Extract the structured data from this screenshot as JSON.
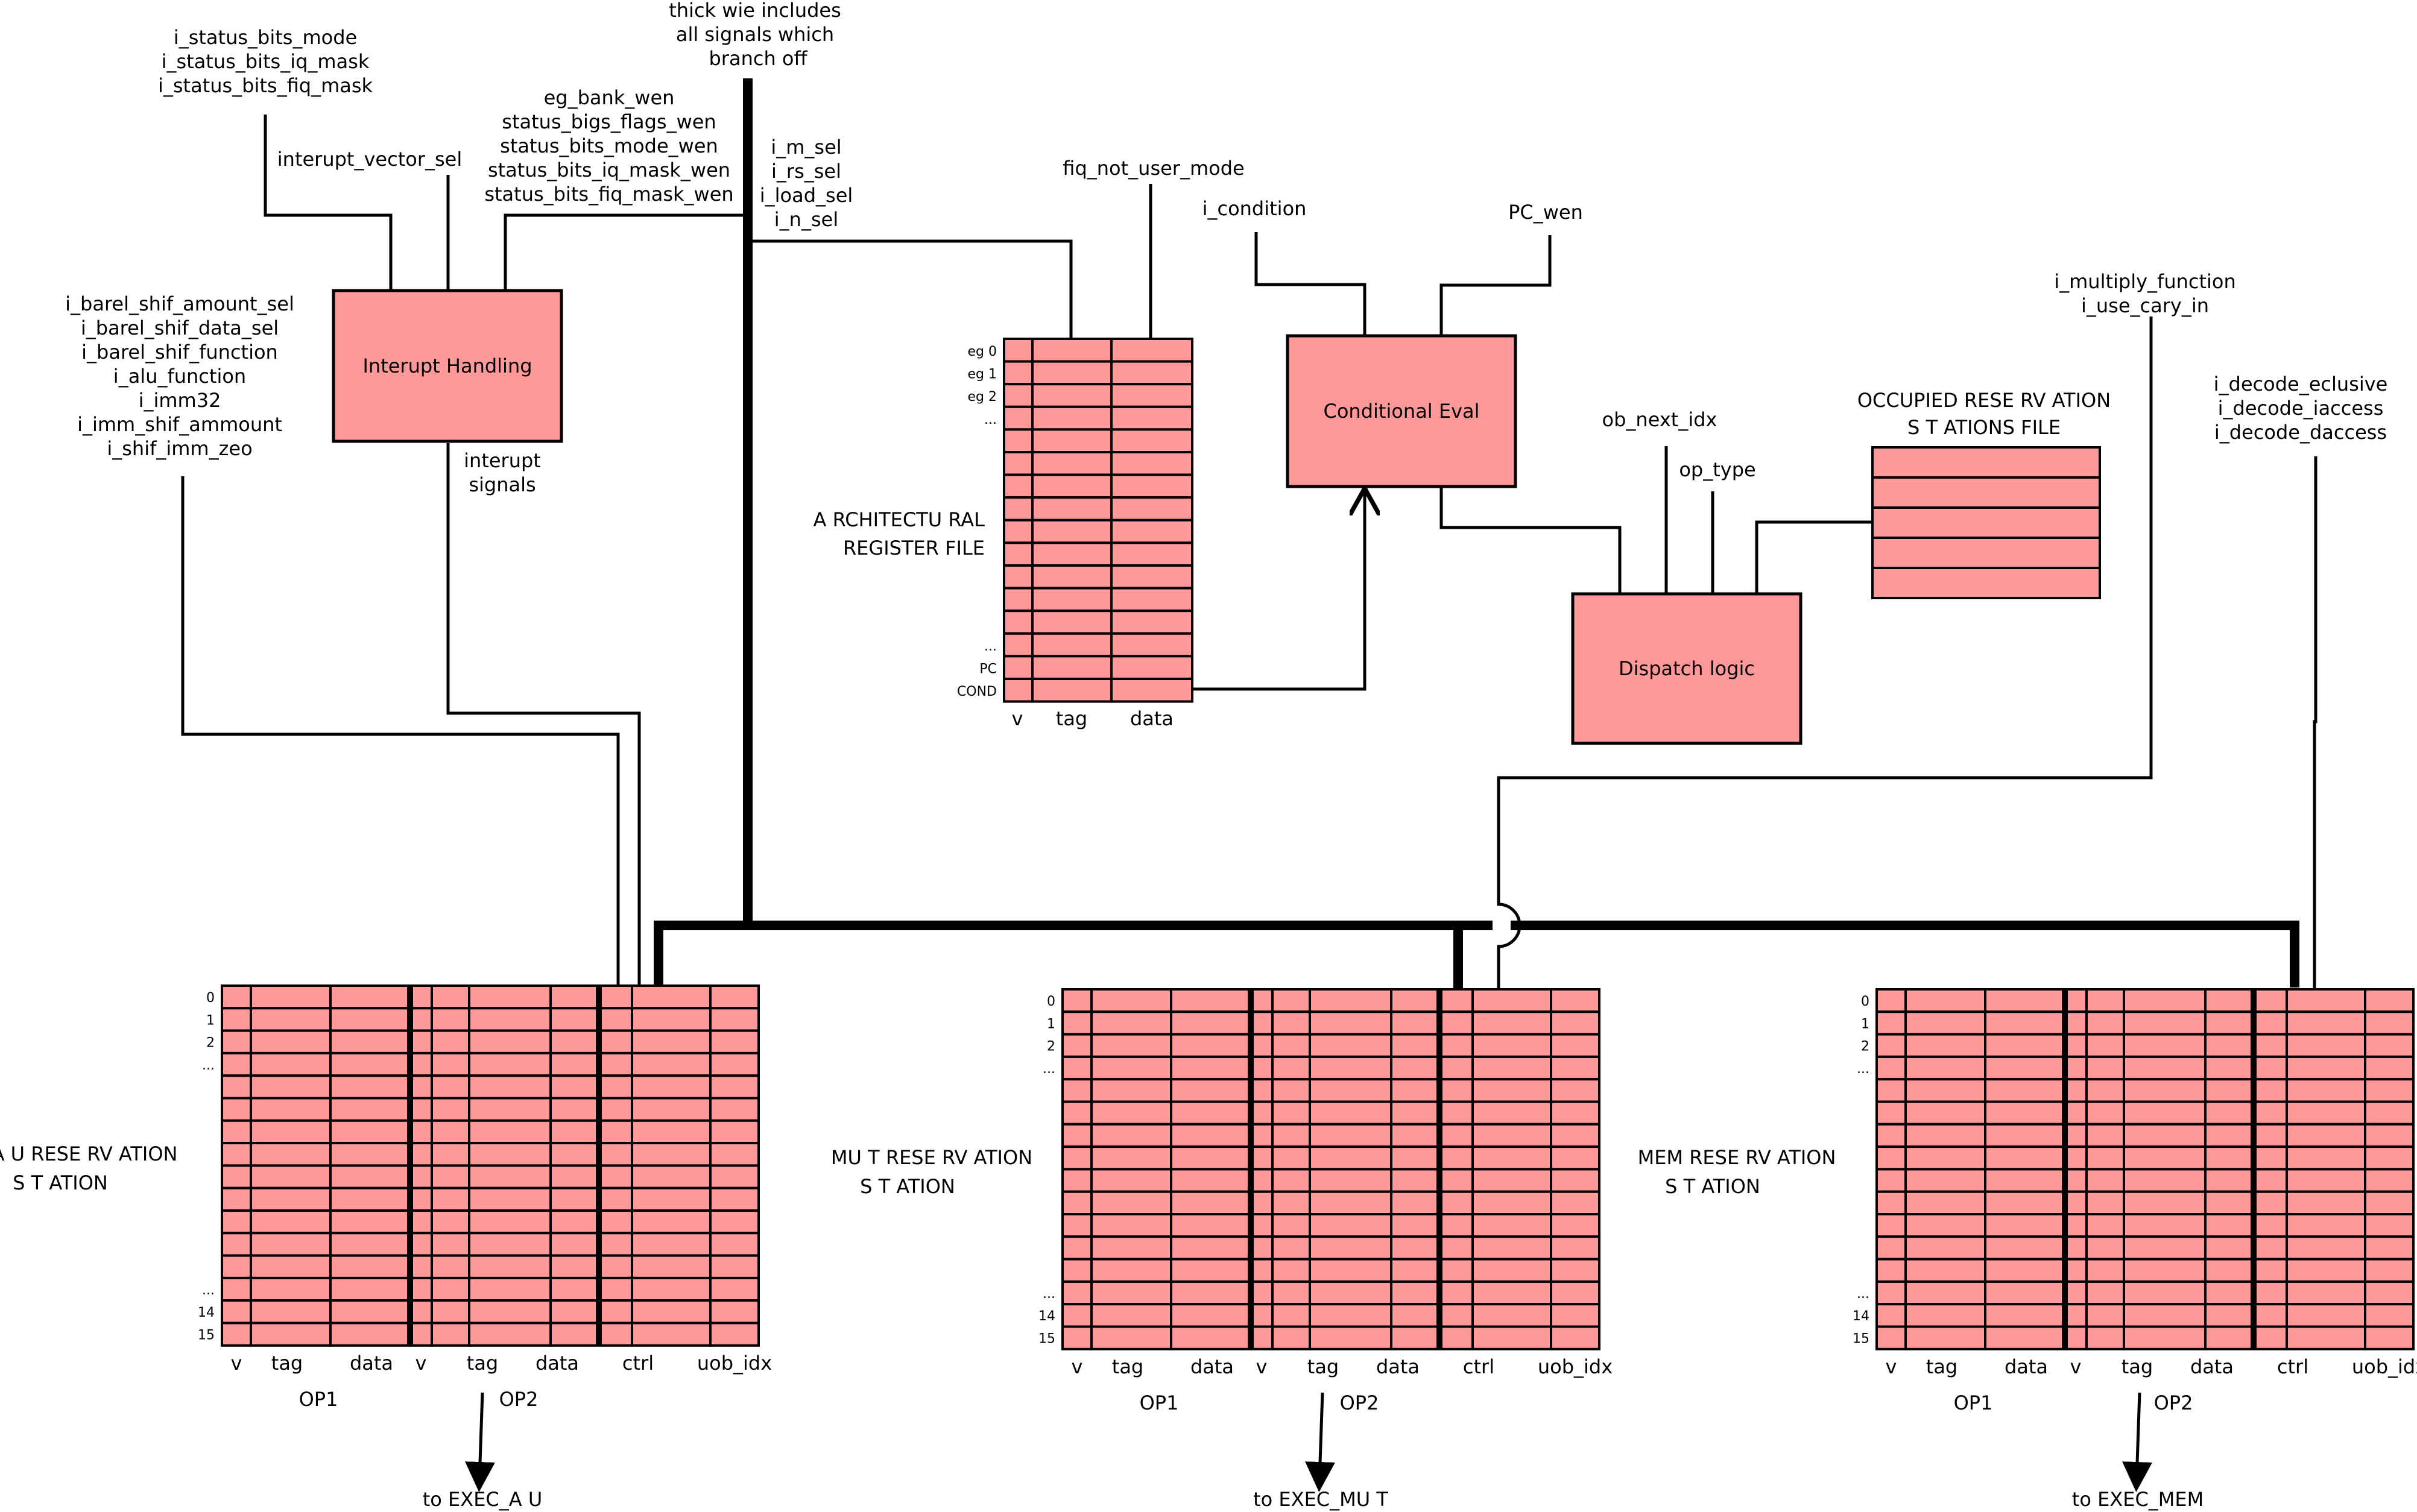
{
  "annotations": {
    "bus_note": [
      "thick wie includes",
      "all signals which",
      "branch off"
    ],
    "status_bits": [
      "i_status_bits_mode",
      "i_status_bits_iq_mask",
      "i_status_bits_fiq_mask"
    ],
    "interrupt_vector_sel": "interupt_vector_sel",
    "reg_bank_signals": [
      "eg_bank_wen",
      "status_bigs_flags_wen",
      "status_bits_mode_wen",
      "status_bits_iq_mask_wen",
      "status_bits_fiq_mask_wen"
    ],
    "mux_sels": [
      "i_m_sel",
      "i_rs_sel",
      "i_load_sel",
      "i_n_sel"
    ],
    "fiq_not_user_mode": "fiq_not_user_mode",
    "i_condition": "i_condition",
    "pc_wen": "PC_wen",
    "multiply_signals": [
      "i_multiply_function",
      "i_use_cary_in"
    ],
    "decode_signals": [
      "i_decode_eclusive",
      "i_decode_iaccess",
      "i_decode_daccess"
    ],
    "barrel_signals": [
      "i_barel_shif_amount_sel",
      "i_barel_shif_data_sel",
      "i_barel_shif_function",
      "i_alu_function",
      "i_imm32",
      "i_imm_shif_ammount",
      "i_shif_imm_zeo"
    ],
    "interrupt_signals": [
      "interupt",
      "signals"
    ],
    "rob_next_idx": "ob_next_idx",
    "op_type": "op_type"
  },
  "blocks": {
    "interrupt_handling": "Interupt Handling",
    "conditional_eval": "Conditional Eval",
    "dispatch_logic": "Dispatch logic",
    "occupied_rs_file": [
      "OCCUPIED RESE RV ATION",
      "S T ATIONS FILE"
    ]
  },
  "register_file": {
    "title": [
      "A RCHITECTU RAL",
      "REGISTER FILE"
    ],
    "row_labels_top": [
      "eg 0",
      "eg 1",
      "eg 2",
      "..."
    ],
    "row_labels_bottom": [
      "...",
      "PC",
      "COND"
    ],
    "columns": [
      "v",
      "tag",
      "data"
    ]
  },
  "stations": [
    {
      "title": [
        "A U RESE RV ATION",
        "S T ATION"
      ],
      "row_labels_top": [
        "0",
        "1",
        "2",
        "..."
      ],
      "row_labels_bottom": [
        "...",
        "14",
        "15"
      ],
      "columns": [
        "v",
        "tag",
        "data",
        "v",
        "tag",
        "data",
        "ctrl",
        "uob_idx"
      ],
      "op1": "OP1",
      "op2": "OP2",
      "output": "to EXEC_A U"
    },
    {
      "title": [
        "MU T RESE RV ATION",
        "S T ATION"
      ],
      "row_labels_top": [
        "0",
        "1",
        "2",
        "..."
      ],
      "row_labels_bottom": [
        "...",
        "14",
        "15"
      ],
      "columns": [
        "v",
        "tag",
        "data",
        "v",
        "tag",
        "data",
        "ctrl",
        "uob_idx"
      ],
      "op1": "OP1",
      "op2": "OP2",
      "output": "to EXEC_MU T"
    },
    {
      "title": [
        "MEM RESE RV ATION",
        "S T ATION"
      ],
      "row_labels_top": [
        "0",
        "1",
        "2",
        "..."
      ],
      "row_labels_bottom": [
        "...",
        "14",
        "15"
      ],
      "columns": [
        "v",
        "tag",
        "data",
        "v",
        "tag",
        "data",
        "ctrl",
        "uob_idx"
      ],
      "op1": "OP1",
      "op2": "OP2",
      "output": "to EXEC_MEM"
    }
  ],
  "colors": {
    "block_fill": "#ff9999",
    "stroke": "#000000"
  }
}
